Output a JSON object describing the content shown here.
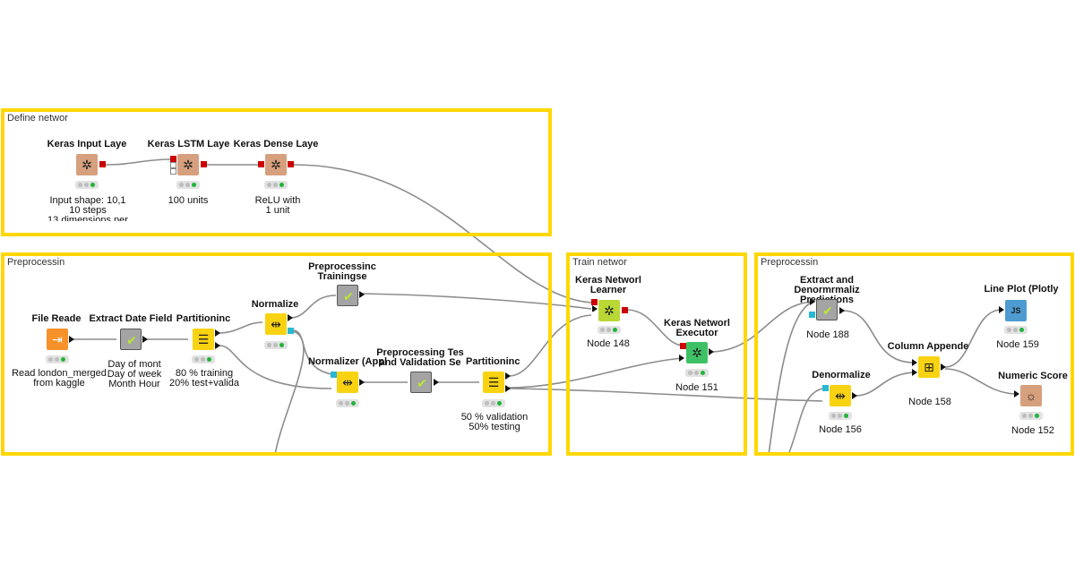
{
  "annotations": {
    "define_network": "Define networ",
    "preprocessing_left": "Preprocessin",
    "train_network": "Train networ",
    "preprocessing_right": "Preprocessin"
  },
  "nodes": {
    "keras_input": {
      "title": "Keras Input Laye",
      "desc": "Input shape:  10,1\n10 steps\n13 dimensions per",
      "icon": "keras-network-icon"
    },
    "keras_lstm": {
      "title": "Keras LSTM Laye",
      "desc": "100 units",
      "icon": "keras-network-icon"
    },
    "keras_dense": {
      "title": "Keras Dense Laye",
      "desc": "ReLU with\n1 unit",
      "icon": "keras-network-icon"
    },
    "file_reader": {
      "title": "File Reade",
      "desc": "Read london_merged\nfrom kaggle",
      "icon": "file-icon"
    },
    "extract_date": {
      "title": "Extract Date Field",
      "desc": "Day of mont\nDay of week\nMonth Hour",
      "icon": "checkmark-icon"
    },
    "partitioning1": {
      "title": "Partitioninc",
      "desc": "80 % training\n20% test+valida",
      "icon": "table-icon"
    },
    "normalizer": {
      "title": "Normalize",
      "desc": "",
      "icon": "normalize-icon"
    },
    "preproc_training": {
      "title": "Preprocessinc\nTrainingse",
      "desc": "",
      "icon": "checkmark-icon"
    },
    "normalizer_apply": {
      "title": "Normalizer (Appl",
      "desc": "",
      "icon": "normalize-icon"
    },
    "preproc_test": {
      "title": "Preprocessing Tes\nand Validation Se",
      "desc": "",
      "icon": "checkmark-icon"
    },
    "partitioning2": {
      "title": "Partitioninc",
      "desc": "50 % validation\n50% testing",
      "icon": "table-icon"
    },
    "keras_learner": {
      "title": "Keras Networl\nLearner",
      "desc": "Node 148",
      "icon": "keras-network-icon"
    },
    "keras_executor": {
      "title": "Keras Networl\nExecutor",
      "desc": "Node 151",
      "icon": "keras-network-icon"
    },
    "extract_denorm": {
      "title": "Extract and Denormrmaliz\nPredictions",
      "desc": "Node 188",
      "icon": "checkmark-icon"
    },
    "denormalizer": {
      "title": "Denormalize",
      "desc": "Node 156",
      "icon": "normalize-icon"
    },
    "column_appender": {
      "title": "Column Appende",
      "desc": "Node 158",
      "icon": "column-append-icon"
    },
    "line_plot": {
      "title": "Line Plot (Plotly",
      "desc": "Node 159",
      "icon": "js-icon"
    },
    "numeric_scorer": {
      "title": "Numeric Score",
      "desc": "Node 152",
      "icon": "scorer-icon"
    }
  },
  "icon_glyphs": {
    "keras": "✲",
    "check": "✔",
    "file": "⇥",
    "table": "☰",
    "norm": "⇹",
    "append": "⊞",
    "js": "JS",
    "score": "☼"
  },
  "colors": {
    "annotation_border": "#ffd700",
    "keras_node": "#d6a07e",
    "manipulator_node": "#f9d311",
    "source_node": "#f7922a",
    "learner_node": "#b9d836",
    "predictor_node": "#3ec165",
    "view_node": "#4d9bd0",
    "metanode": "#a4a4a4",
    "connection": "#8c8c8c"
  }
}
